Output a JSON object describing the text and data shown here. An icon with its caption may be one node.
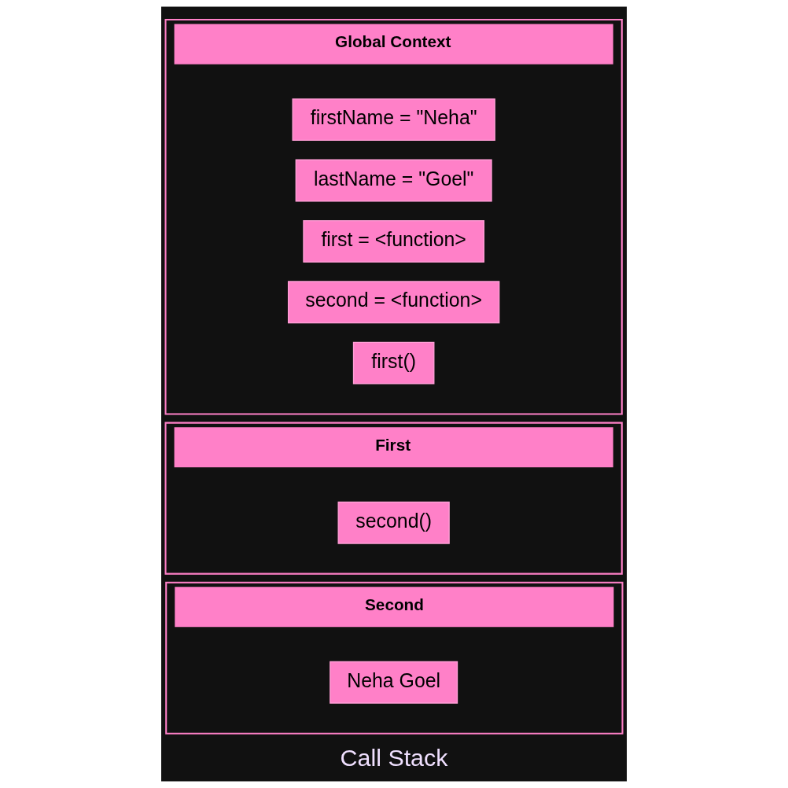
{
  "diagram": {
    "caption": "Call Stack",
    "nodes": [
      {
        "text": [
          "Second"
        ]
      },
      {
        "text": [
          "Neha Goel"
        ],
        "in": 0
      },
      {
        "text": [
          "First"
        ]
      },
      {
        "text": [
          "second()"
        ],
        "in": 2
      },
      {
        "text": [
          "Global Context"
        ]
      },
      {
        "text": [
          "firstName = \"Neha\""
        ],
        "in": 4
      },
      {
        "text": [
          "lastName = \"Goel\""
        ],
        "in": 4
      },
      {
        "text": [
          "first = <function>"
        ],
        "in": 4
      },
      {
        "text": [
          "second = <function>"
        ],
        "in": 4
      },
      {
        "text": [
          "first()"
        ],
        "in": 4
      }
    ],
    "edges": []
  }
}
